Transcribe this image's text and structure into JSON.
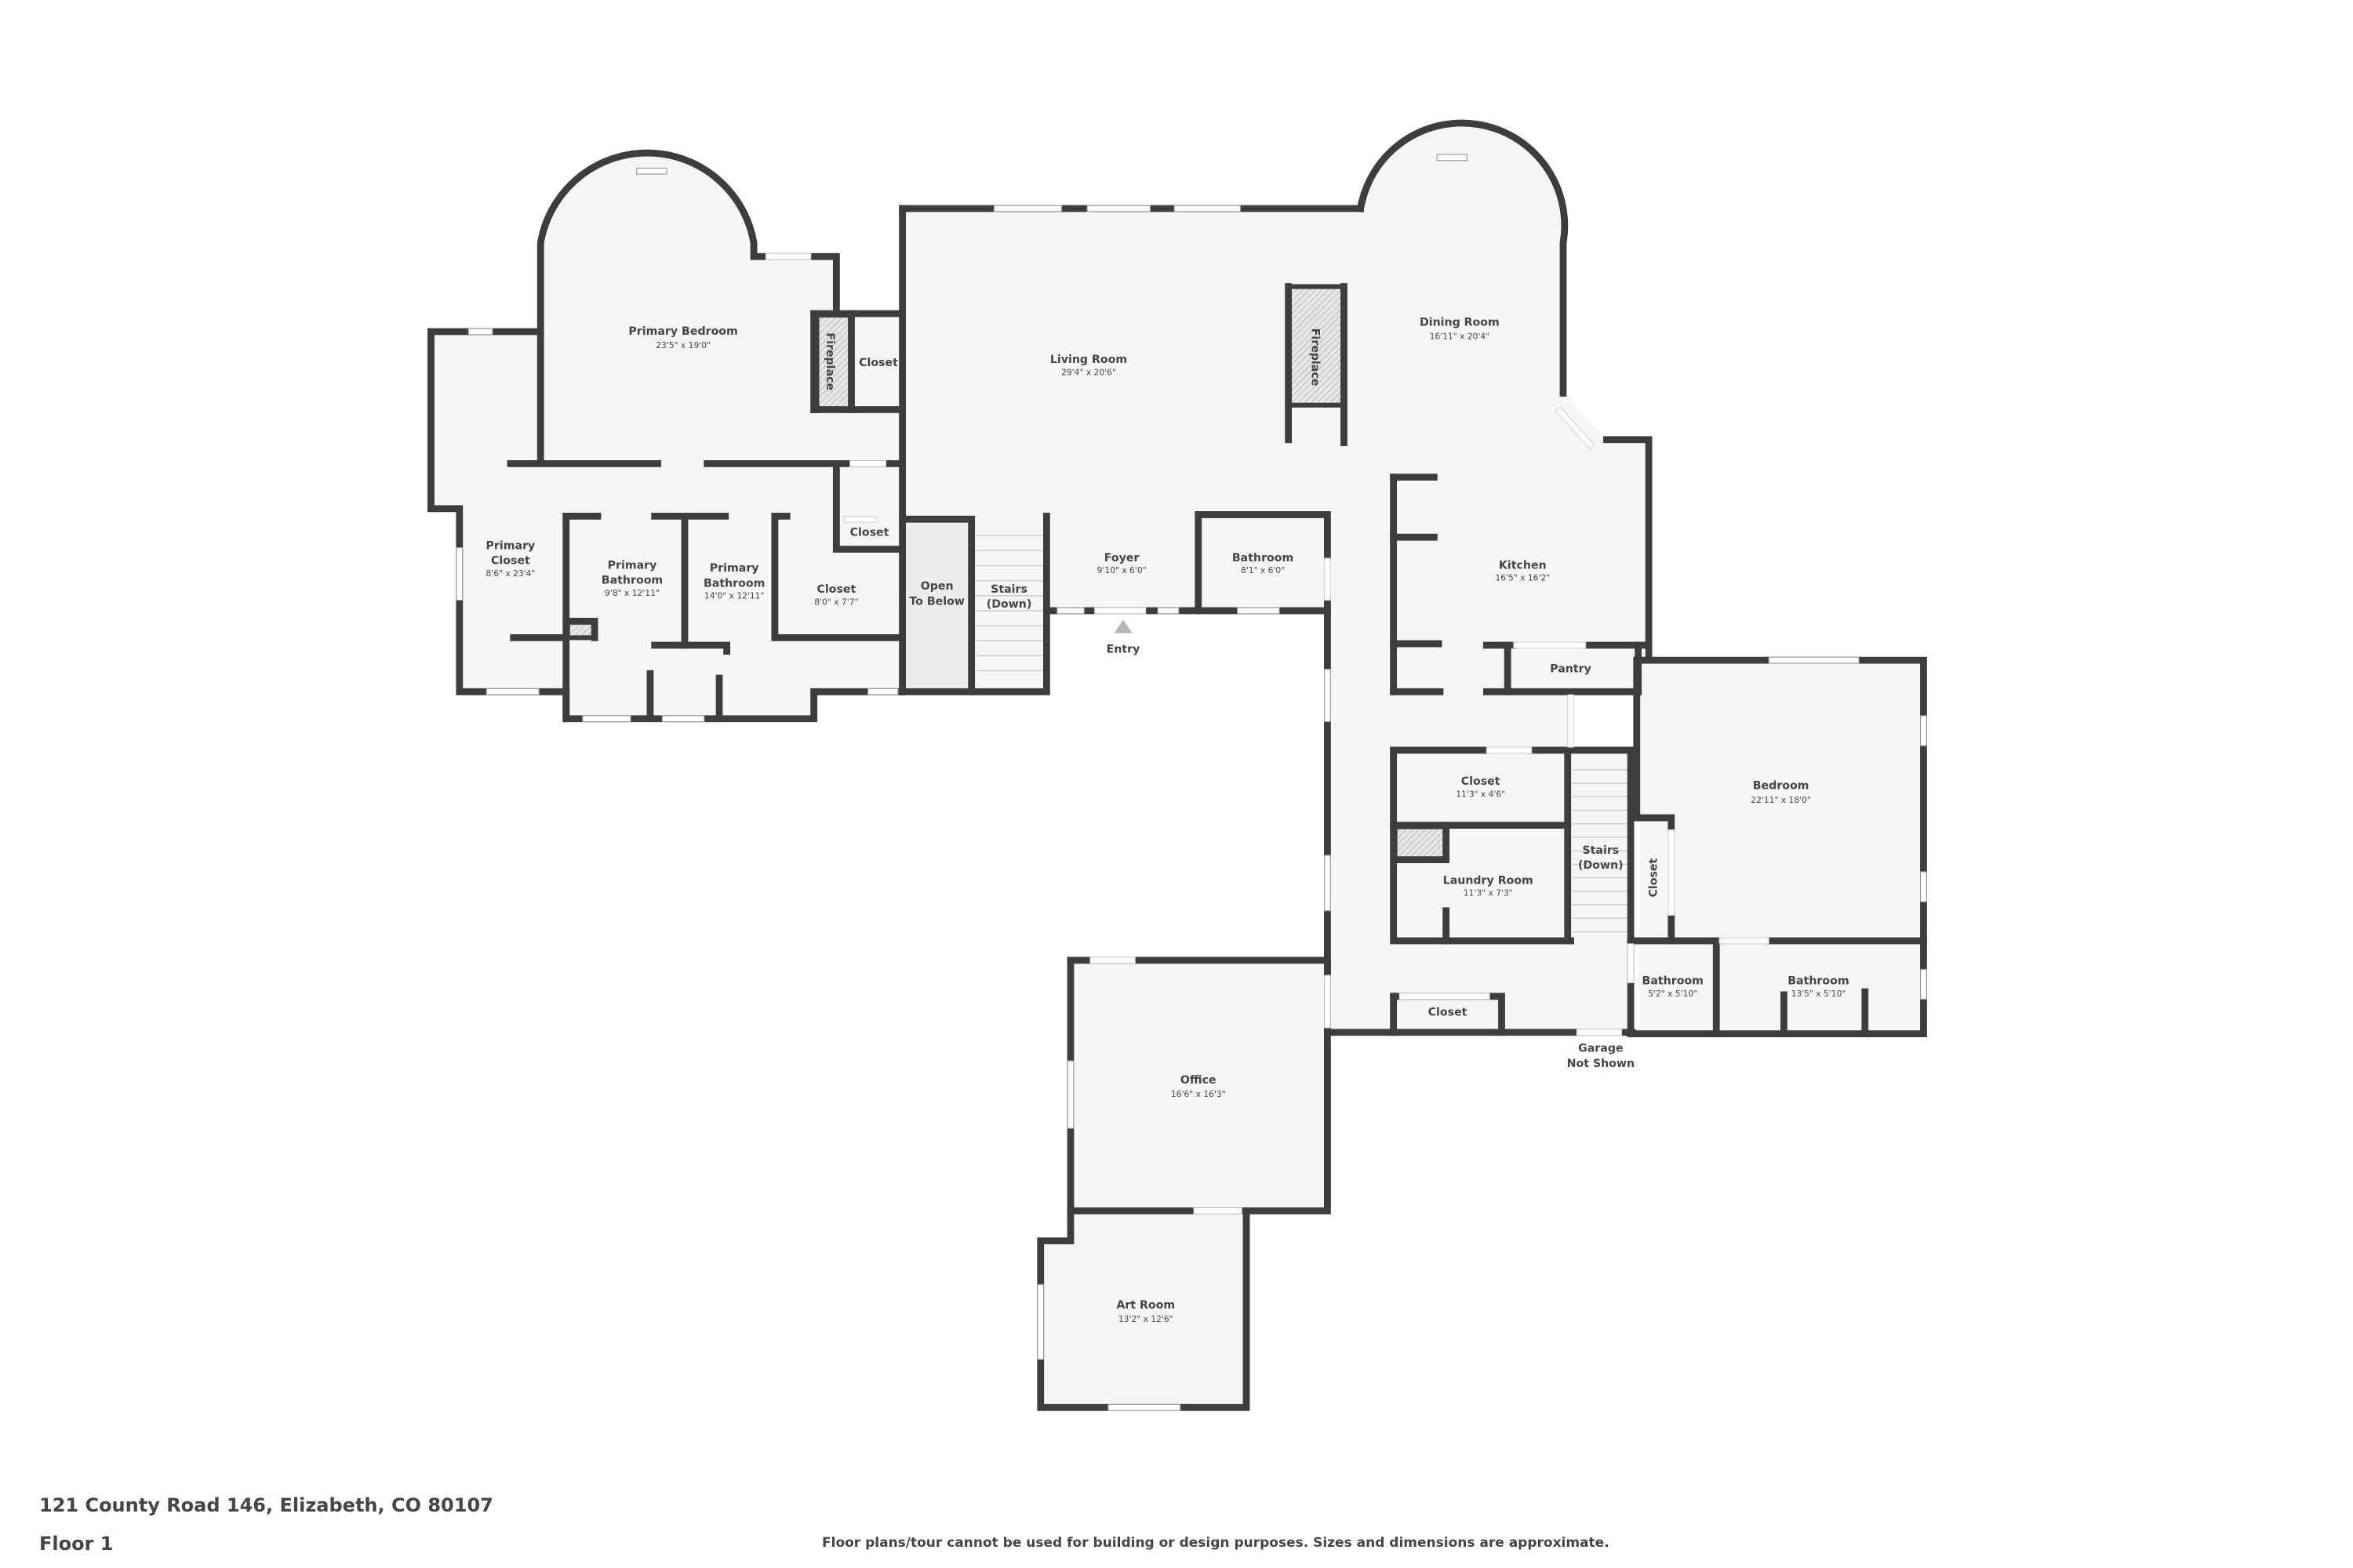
{
  "footer": {
    "address": "121 County Road 146, Elizabeth, CO 80107",
    "floor": "Floor 1",
    "disclaimer": "Floor plans/tour cannot be used for building or design purposes. Sizes and dimensions are approximate."
  },
  "colors": {
    "wall": "#3d3d3d",
    "floor": "#f6f6f6",
    "text": "#454545",
    "open_to_below": "#ededed",
    "entry_marker": "#b5b5b5"
  },
  "rooms": {
    "primary_bedroom": {
      "name": "Primary Bedroom",
      "dims": "23'5\" x 19'0\""
    },
    "primary_bedroom_closet": {
      "name": "Closet"
    },
    "primary_bedroom_fireplace": {
      "name": "Fireplace"
    },
    "primary_closet": {
      "name_line1": "Primary",
      "name_line2": "Closet",
      "dims": "8'6\" x 23'4\""
    },
    "primary_bathroom_1": {
      "name_line1": "Primary",
      "name_line2": "Bathroom",
      "dims": "9'8\" x 12'11\""
    },
    "primary_bathroom_2": {
      "name_line1": "Primary",
      "name_line2": "Bathroom",
      "dims": "14'0\" x 12'11\""
    },
    "closet_8x7": {
      "name": "Closet",
      "dims": "8'0\" x 7'7\""
    },
    "small_closet": {
      "name": "Closet"
    },
    "open_to_below": {
      "line1": "Open",
      "line2": "To Below"
    },
    "stairs_west": {
      "line1": "Stairs",
      "line2": "(Down)"
    },
    "living_room": {
      "name": "Living Room",
      "dims": "29'4\" x 20'6\""
    },
    "living_fireplace": {
      "name": "Fireplace"
    },
    "dining_room": {
      "name": "Dining Room",
      "dims": "16'11\" x 20'4\""
    },
    "foyer": {
      "name": "Foyer",
      "dims": "9'10\" x 6'0\""
    },
    "entry": {
      "name": "Entry"
    },
    "bathroom_foyer": {
      "name": "Bathroom",
      "dims": "8'1\" x 6'0\""
    },
    "kitchen": {
      "name": "Kitchen",
      "dims": "16'5\" x 16'2\""
    },
    "pantry": {
      "name": "Pantry"
    },
    "closet_11x4": {
      "name": "Closet",
      "dims": "11'3\" x 4'6\""
    },
    "laundry_room": {
      "name": "Laundry Room",
      "dims": "11'3\" x 7'3\""
    },
    "stairs_east": {
      "line1": "Stairs",
      "line2": "(Down)"
    },
    "bedroom_closet": {
      "name": "Closet"
    },
    "bedroom": {
      "name": "Bedroom",
      "dims": "22'11\" x 18'0\""
    },
    "bathroom_small": {
      "name": "Bathroom",
      "dims": "5'2\" x 5'10\""
    },
    "bathroom_large": {
      "name": "Bathroom",
      "dims": "13'5\" x 5'10\""
    },
    "hall_closet": {
      "name": "Closet"
    },
    "garage": {
      "line1": "Garage",
      "line2": "Not Shown"
    },
    "office": {
      "name": "Office",
      "dims": "16'6\" x 16'3\""
    },
    "art_room": {
      "name": "Art Room",
      "dims": "13'2\" x 12'6\""
    }
  }
}
